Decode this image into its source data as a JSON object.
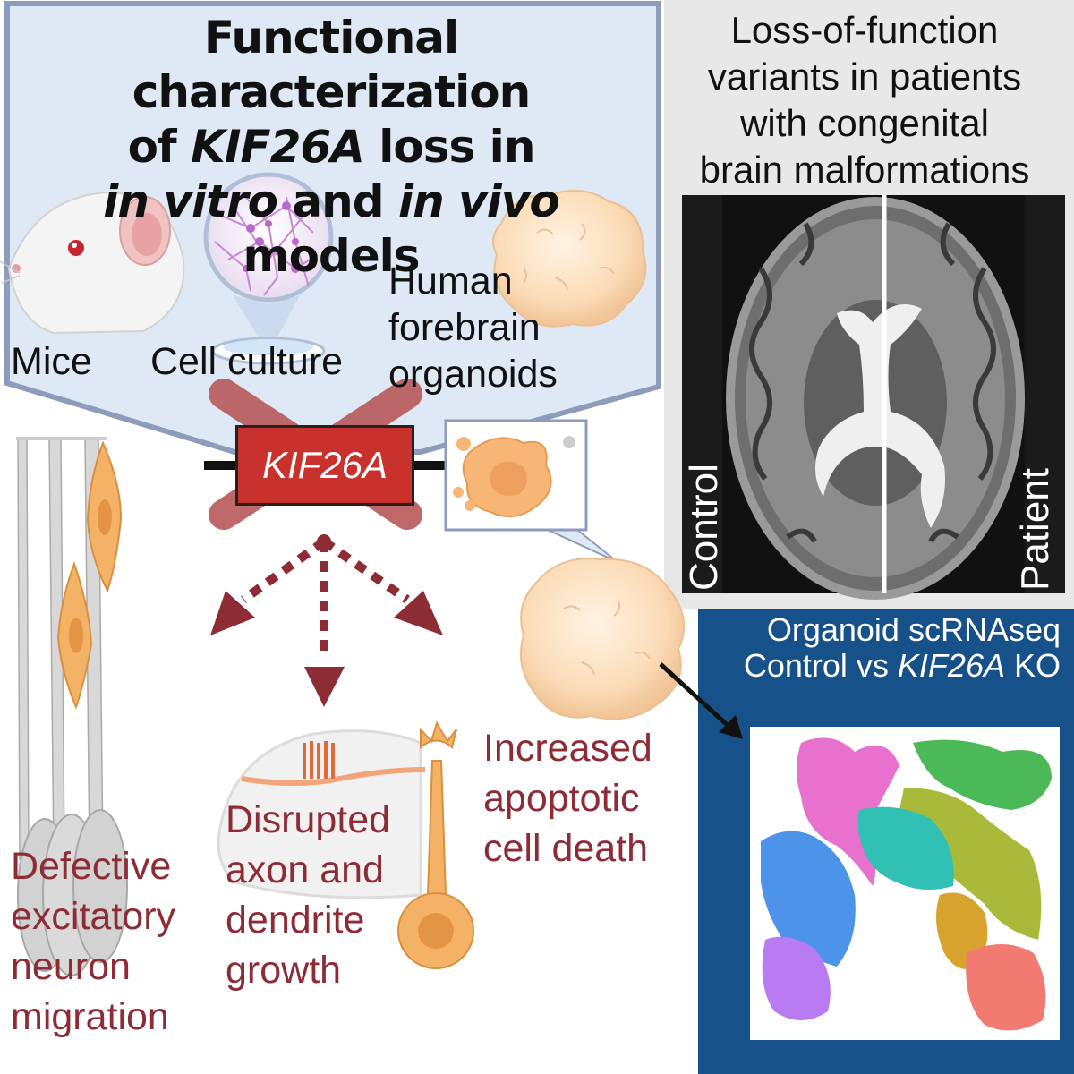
{
  "title": {
    "line1": "Functional characterization",
    "line2_pre": "of ",
    "line2_gene": "KIF26A",
    "line2_post": " loss in",
    "line3_a": "in vitro",
    "line3_b": " and ",
    "line3_c": "in vivo",
    "line3_d": " models"
  },
  "models": {
    "mice": "Mice",
    "cell_culture": "Cell culture",
    "organoids_line1": "Human",
    "organoids_line2": "forebrain",
    "organoids_line3": "organoids"
  },
  "gene": {
    "name": "KIF26A"
  },
  "patients": {
    "line1": "Loss-of-function",
    "line2": "variants in patients",
    "line3": "with congenital",
    "line4": "brain malformations"
  },
  "mri": {
    "left_label": "Control",
    "right_label": "Patient"
  },
  "outcomes": {
    "migration": [
      "Defective",
      "excitatory",
      "neuron",
      "migration"
    ],
    "growth": [
      "Disrupted",
      "axon and",
      "dendrite",
      "growth"
    ],
    "apoptosis": [
      "Increased",
      "apoptotic",
      "cell death"
    ]
  },
  "scrnaseq": {
    "line1": "Organoid scRNAseq",
    "line2_pre": "Control vs ",
    "line2_gene": "KIF26A",
    "line2_post": " KO"
  },
  "colors": {
    "panel_fill": "#dfe9f5",
    "panel_border": "#8e9cbc",
    "gene_box": "#c8312c",
    "cross": "#b8585a",
    "outcome_text": "#8e2c36",
    "arrows": "#8e2c36",
    "neuron_orange": "#f4b266",
    "scrnaseq_bg": "#17518a",
    "mri_bg": "#e8e8e8"
  }
}
